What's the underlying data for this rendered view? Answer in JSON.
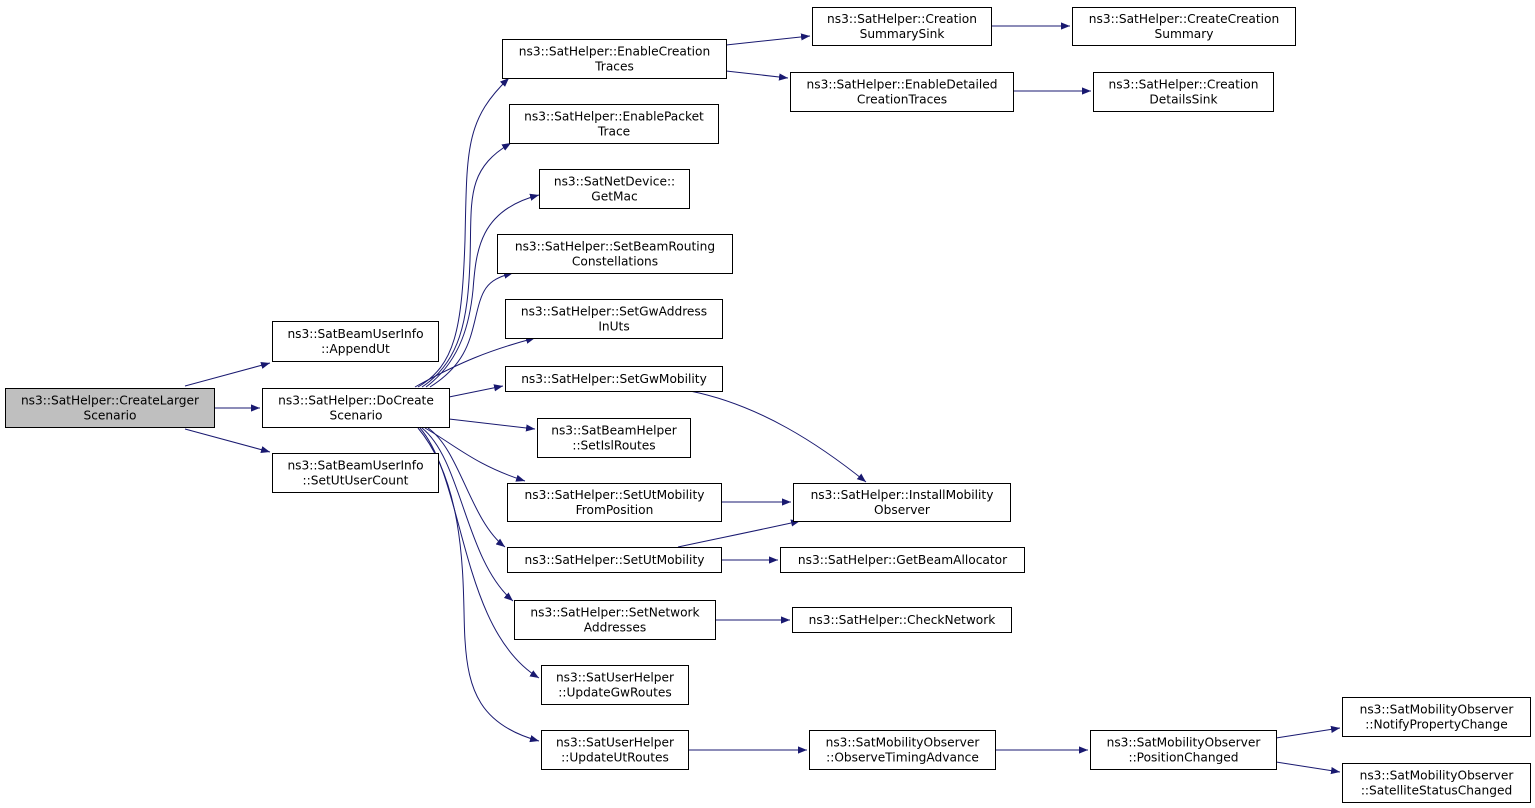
{
  "colors": {
    "edge": "#191970",
    "root_fill": "#bfbfbf",
    "node_fill": "#ffffff",
    "border": "#000000"
  },
  "nodes": [
    {
      "id": "create_larger",
      "lines": [
        "ns3::SatHelper::CreateLarger",
        "Scenario"
      ],
      "root": true
    },
    {
      "id": "append_ut",
      "lines": [
        "ns3::SatBeamUserInfo",
        "::AppendUt"
      ]
    },
    {
      "id": "do_create",
      "lines": [
        "ns3::SatHelper::DoCreate",
        "Scenario"
      ]
    },
    {
      "id": "set_ut_user_count",
      "lines": [
        "ns3::SatBeamUserInfo",
        "::SetUtUserCount"
      ]
    },
    {
      "id": "enable_creation_traces",
      "lines": [
        "ns3::SatHelper::EnableCreation",
        "Traces"
      ]
    },
    {
      "id": "enable_packet_trace",
      "lines": [
        "ns3::SatHelper::EnablePacket",
        "Trace"
      ]
    },
    {
      "id": "get_mac",
      "lines": [
        "ns3::SatNetDevice::",
        "GetMac"
      ]
    },
    {
      "id": "set_beam_routing",
      "lines": [
        "ns3::SatHelper::SetBeamRouting",
        "Constellations"
      ]
    },
    {
      "id": "set_gw_address",
      "lines": [
        "ns3::SatHelper::SetGwAddress",
        "InUts"
      ]
    },
    {
      "id": "set_gw_mobility",
      "lines": [
        "ns3::SatHelper::SetGwMobility"
      ]
    },
    {
      "id": "set_isl_routes",
      "lines": [
        "ns3::SatBeamHelper",
        "::SetIslRoutes"
      ]
    },
    {
      "id": "set_ut_mob_from_pos",
      "lines": [
        "ns3::SatHelper::SetUtMobility",
        "FromPosition"
      ]
    },
    {
      "id": "set_ut_mobility",
      "lines": [
        "ns3::SatHelper::SetUtMobility"
      ]
    },
    {
      "id": "set_network_addresses",
      "lines": [
        "ns3::SatHelper::SetNetwork",
        "Addresses"
      ]
    },
    {
      "id": "update_gw_routes",
      "lines": [
        "ns3::SatUserHelper",
        "::UpdateGwRoutes"
      ]
    },
    {
      "id": "update_ut_routes",
      "lines": [
        "ns3::SatUserHelper",
        "::UpdateUtRoutes"
      ]
    },
    {
      "id": "creation_summary_sink",
      "lines": [
        "ns3::SatHelper::Creation",
        "SummarySink"
      ]
    },
    {
      "id": "enable_detailed",
      "lines": [
        "ns3::SatHelper::EnableDetailed",
        "CreationTraces"
      ]
    },
    {
      "id": "create_creation_summary",
      "lines": [
        "ns3::SatHelper::CreateCreation",
        "Summary"
      ]
    },
    {
      "id": "creation_details_sink",
      "lines": [
        "ns3::SatHelper::Creation",
        "DetailsSink"
      ]
    },
    {
      "id": "install_mobility_observer",
      "lines": [
        "ns3::SatHelper::InstallMobility",
        "Observer"
      ]
    },
    {
      "id": "get_beam_allocator",
      "lines": [
        "ns3::SatHelper::GetBeamAllocator"
      ]
    },
    {
      "id": "check_network",
      "lines": [
        "ns3::SatHelper::CheckNetwork"
      ]
    },
    {
      "id": "observe_timing_advance",
      "lines": [
        "ns3::SatMobilityObserver",
        "::ObserveTimingAdvance"
      ]
    },
    {
      "id": "position_changed",
      "lines": [
        "ns3::SatMobilityObserver",
        "::PositionChanged"
      ]
    },
    {
      "id": "notify_property_change",
      "lines": [
        "ns3::SatMobilityObserver",
        "::NotifyPropertyChange"
      ]
    },
    {
      "id": "satellite_status_changed",
      "lines": [
        "ns3::SatMobilityObserver",
        "::SatelliteStatusChanged"
      ]
    }
  ],
  "edges": [
    [
      "create_larger",
      "append_ut"
    ],
    [
      "create_larger",
      "do_create"
    ],
    [
      "create_larger",
      "set_ut_user_count"
    ],
    [
      "do_create",
      "enable_creation_traces"
    ],
    [
      "do_create",
      "enable_packet_trace"
    ],
    [
      "do_create",
      "get_mac"
    ],
    [
      "do_create",
      "set_beam_routing"
    ],
    [
      "do_create",
      "set_gw_address"
    ],
    [
      "do_create",
      "set_gw_mobility"
    ],
    [
      "do_create",
      "set_isl_routes"
    ],
    [
      "do_create",
      "set_ut_mob_from_pos"
    ],
    [
      "do_create",
      "set_ut_mobility"
    ],
    [
      "do_create",
      "set_network_addresses"
    ],
    [
      "do_create",
      "update_gw_routes"
    ],
    [
      "do_create",
      "update_ut_routes"
    ],
    [
      "enable_creation_traces",
      "creation_summary_sink"
    ],
    [
      "enable_creation_traces",
      "enable_detailed"
    ],
    [
      "creation_summary_sink",
      "create_creation_summary"
    ],
    [
      "enable_detailed",
      "creation_details_sink"
    ],
    [
      "set_gw_mobility",
      "install_mobility_observer"
    ],
    [
      "set_ut_mob_from_pos",
      "install_mobility_observer"
    ],
    [
      "set_ut_mobility",
      "install_mobility_observer"
    ],
    [
      "set_ut_mobility",
      "get_beam_allocator"
    ],
    [
      "set_network_addresses",
      "check_network"
    ],
    [
      "update_ut_routes",
      "observe_timing_advance"
    ],
    [
      "observe_timing_advance",
      "position_changed"
    ],
    [
      "position_changed",
      "notify_property_change"
    ],
    [
      "position_changed",
      "satellite_status_changed"
    ]
  ]
}
